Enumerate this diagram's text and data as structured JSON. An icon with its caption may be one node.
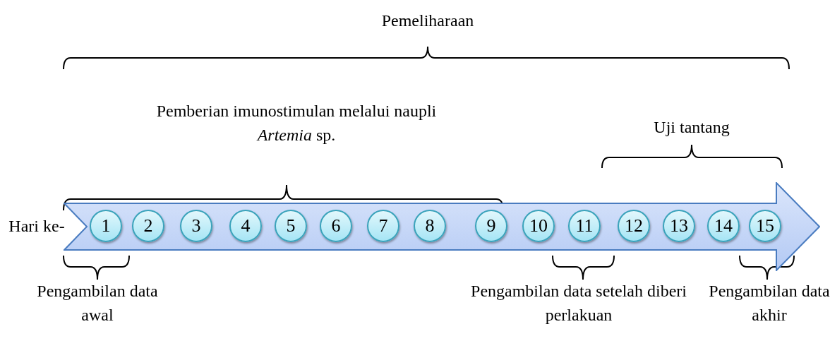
{
  "diagram": {
    "nodes": [
      {
        "text": [],
        "shape": "arrow"
      },
      {
        "text": [
          "1"
        ],
        "in": 0
      },
      {
        "text": [
          "2"
        ],
        "in": 0
      },
      {
        "text": [
          "3"
        ],
        "in": 0
      },
      {
        "text": [
          "4"
        ],
        "in": 0
      },
      {
        "text": [
          "5"
        ],
        "in": 0
      },
      {
        "text": [
          "6"
        ],
        "in": 0
      },
      {
        "text": [
          "7"
        ],
        "in": 0
      },
      {
        "text": [
          "8"
        ],
        "in": 0
      },
      {
        "text": [
          "9"
        ],
        "in": 0
      },
      {
        "text": [
          "10"
        ],
        "in": 0
      },
      {
        "text": [
          "11"
        ],
        "in": 0
      },
      {
        "text": [
          "12"
        ],
        "in": 0
      },
      {
        "text": [
          "13"
        ],
        "in": 0
      },
      {
        "text": [
          "14"
        ],
        "in": 0
      },
      {
        "text": [
          "15"
        ],
        "in": 0
      }
    ],
    "labels": [
      "Pemeliharaan",
      "Pemberian imunostimulan melalui naupli *Artemia* sp.",
      "Uji tantang",
      "Hari ke-",
      "Pengambilan data awal",
      "Pengambilan data setelah diberi perlakuan",
      "Pengambilan data akhir"
    ]
  }
}
